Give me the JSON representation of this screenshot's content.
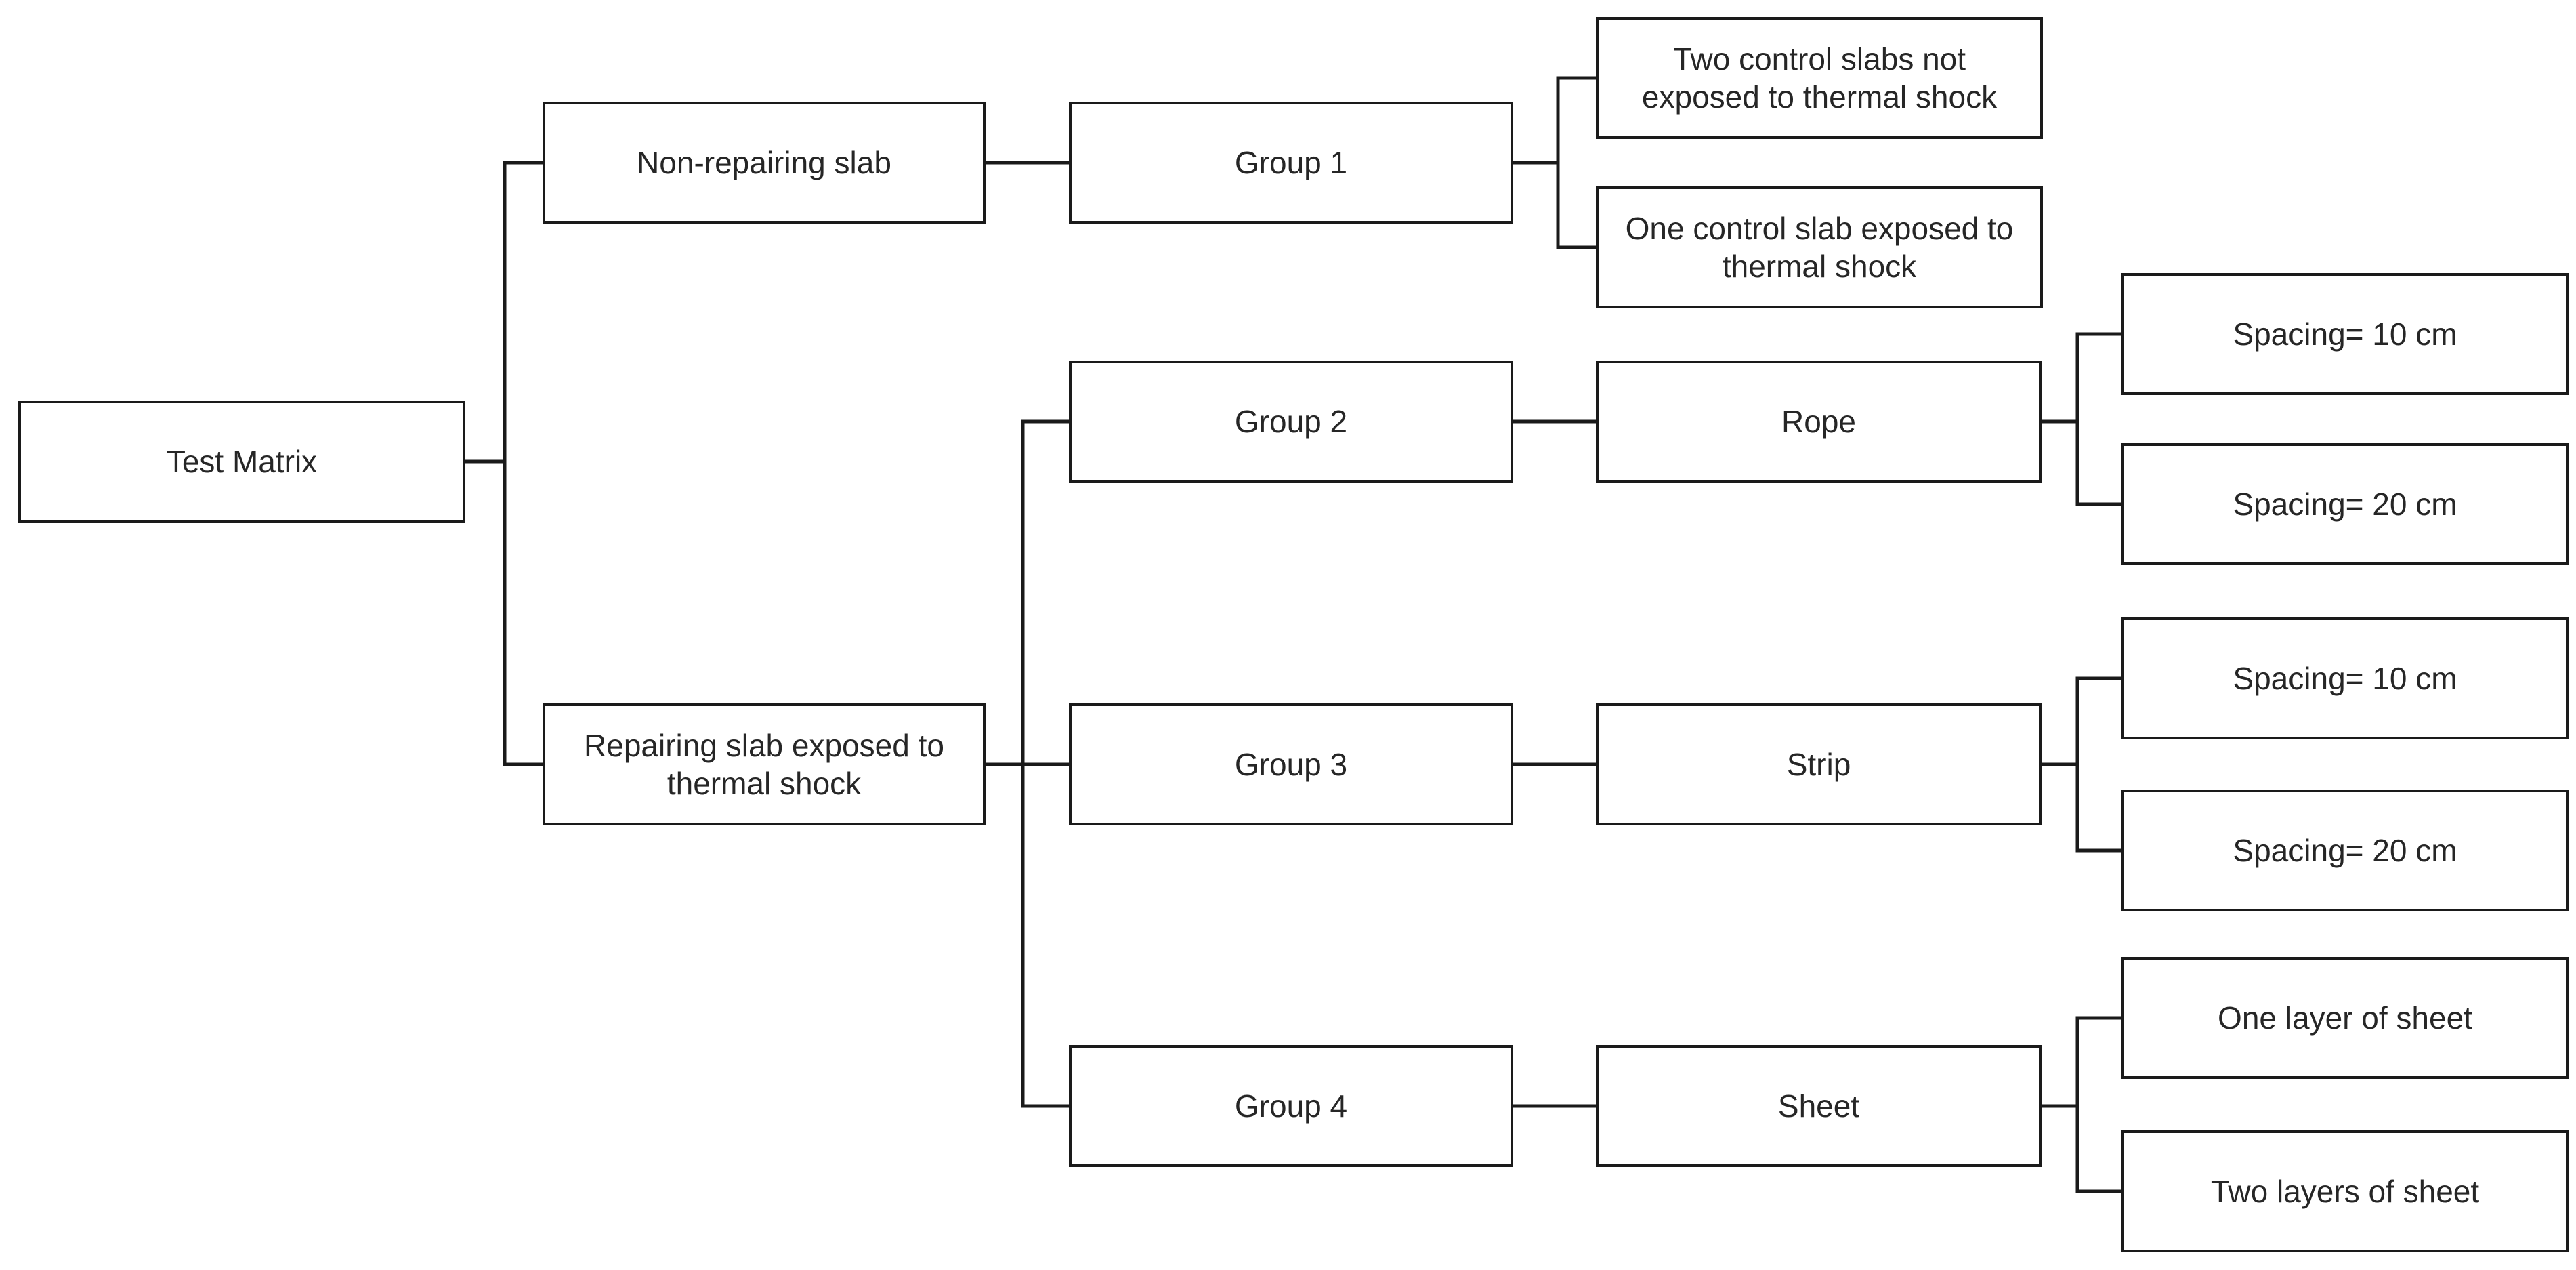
{
  "diagram": {
    "title": "Test Matrix",
    "colors": {
      "background": "#ffffff",
      "box_fill": "#ffffff",
      "box_border": "#1a1a1a",
      "connector_line": "#1a1a1a",
      "text": "#262626"
    },
    "nodes": {
      "test_matrix": {
        "label": "Test Matrix"
      },
      "non_repairing": {
        "label": "Non-repairing slab"
      },
      "group1": {
        "label": "Group 1"
      },
      "group1_leaf1": {
        "label": "Two control slabs not exposed to thermal shock"
      },
      "group1_leaf2": {
        "label": "One control slab exposed to thermal shock"
      },
      "repairing": {
        "label": "Repairing slab exposed to thermal shock"
      },
      "group2": {
        "label": "Group 2"
      },
      "rope": {
        "label": "Rope"
      },
      "rope_leaf1": {
        "label": "Spacing= 10 cm"
      },
      "rope_leaf2": {
        "label": "Spacing= 20 cm"
      },
      "group3": {
        "label": "Group 3"
      },
      "strip": {
        "label": "Strip"
      },
      "strip_leaf1": {
        "label": "Spacing= 10 cm"
      },
      "strip_leaf2": {
        "label": "Spacing= 20 cm"
      },
      "group4": {
        "label": "Group 4"
      },
      "sheet": {
        "label": "Sheet"
      },
      "sheet_leaf1": {
        "label": "One layer of sheet"
      },
      "sheet_leaf2": {
        "label": "Two layers of sheet"
      }
    },
    "hierarchy": {
      "Test Matrix": {
        "Non-repairing slab": {
          "Group 1": [
            "Two control slabs not exposed to thermal shock",
            "One control slab exposed to thermal shock"
          ]
        },
        "Repairing slab exposed to thermal shock": {
          "Group 2": {
            "Rope": [
              "Spacing= 10 cm",
              "Spacing= 20 cm"
            ]
          },
          "Group 3": {
            "Strip": [
              "Spacing= 10 cm",
              "Spacing= 20 cm"
            ]
          },
          "Group 4": {
            "Sheet": [
              "One layer of sheet",
              "Two layers of sheet"
            ]
          }
        }
      }
    }
  }
}
